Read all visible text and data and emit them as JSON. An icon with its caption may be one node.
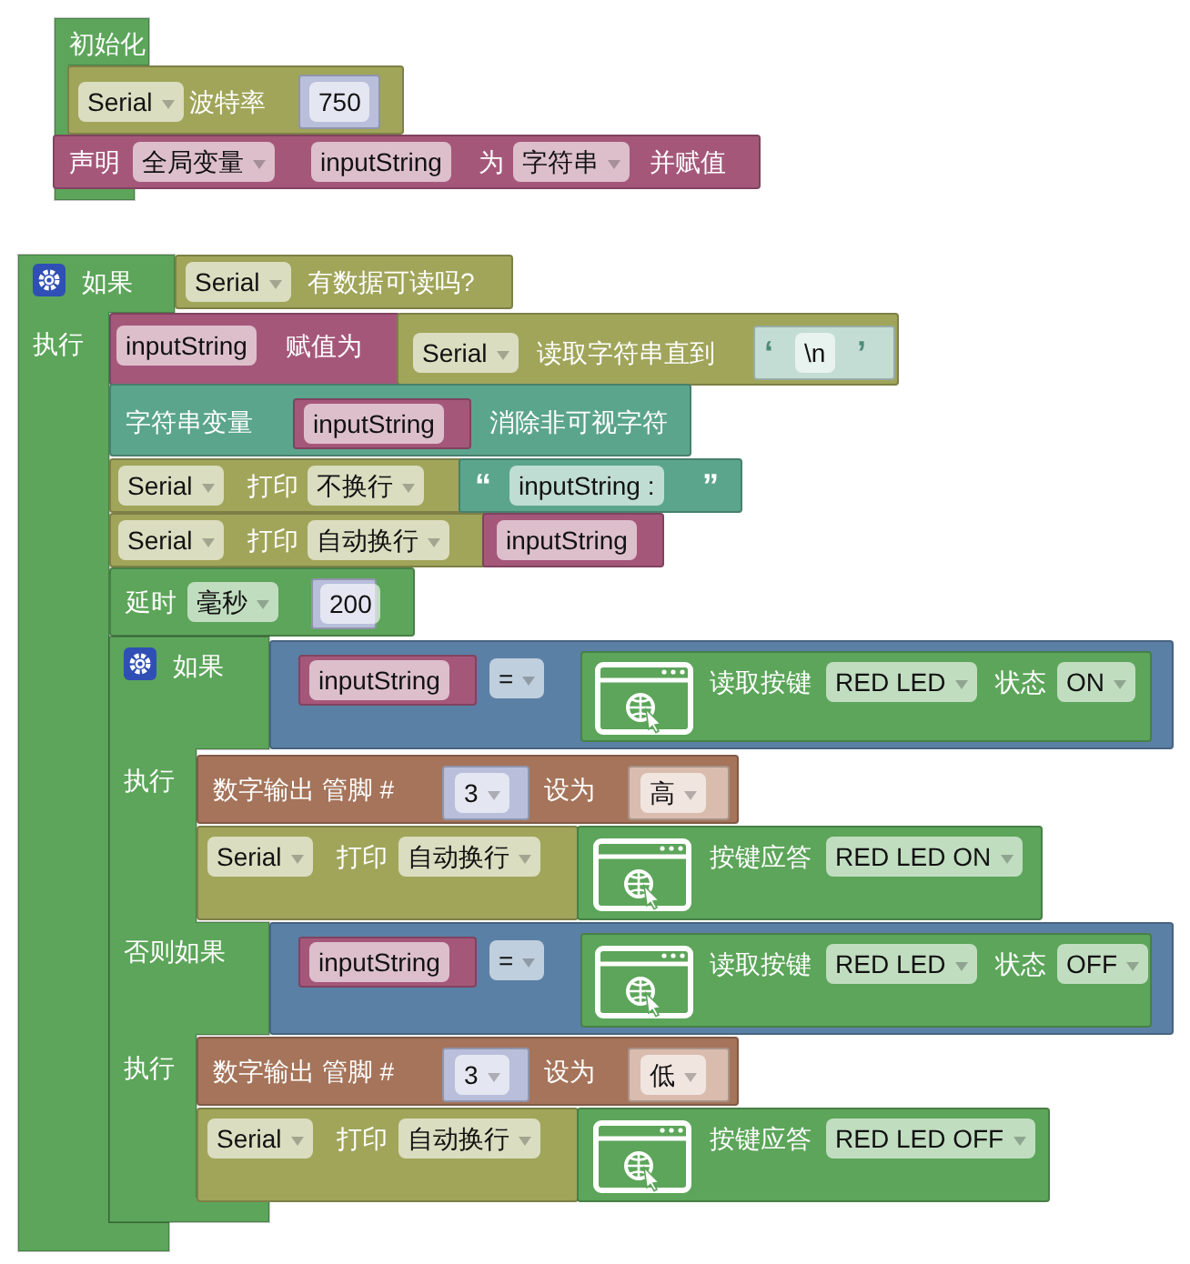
{
  "diagram": {
    "nodes": [
      {
        "text": [
          "初始化"
        ]
      },
      {
        "text": [
          "Serial",
          "波特率"
        ]
      },
      {
        "text": [
          "750"
        ],
        "in": 1
      },
      {
        "text": [
          "声明",
          "全局变量",
          "inputString",
          "为",
          "字符串",
          "并赋值"
        ]
      },
      {
        "text": [
          "如果",
          "执行"
        ]
      },
      {
        "text": [
          "Serial",
          "有数据可读吗?"
        ]
      },
      {
        "text": [
          "inputString",
          "赋值为"
        ]
      },
      {
        "text": [
          "Serial",
          "读取字符串直到"
        ]
      },
      {
        "text": [
          "‘",
          "\\n",
          "’"
        ],
        "in": 7
      },
      {
        "text": [
          "字符串变量",
          "消除非可视字符"
        ]
      },
      {
        "text": [
          "inputString"
        ],
        "in": 9
      },
      {
        "text": [
          "Serial",
          "打印",
          "不换行"
        ]
      },
      {
        "text": [
          "“",
          "inputString :",
          "”"
        ]
      },
      {
        "text": [
          "Serial",
          "打印",
          "自动换行"
        ]
      },
      {
        "text": [
          "inputString"
        ]
      },
      {
        "text": [
          "延时",
          "毫秒"
        ]
      },
      {
        "text": [
          "200"
        ],
        "in": 15
      },
      {
        "text": [
          "如果",
          "执行",
          "否则如果",
          "执行"
        ]
      },
      {
        "text": [
          "="
        ]
      },
      {
        "text": [
          "inputString"
        ],
        "in": 18
      },
      {
        "text": [
          "读取按键",
          "RED LED",
          "状态",
          "ON"
        ],
        "in": 18
      },
      {
        "text": [
          "数字输出 管脚 #",
          "设为"
        ]
      },
      {
        "text": [
          "3"
        ],
        "in": 21
      },
      {
        "text": [
          "高"
        ],
        "in": 21
      },
      {
        "text": [
          "Serial",
          "打印",
          "自动换行"
        ]
      },
      {
        "text": [
          "按键应答",
          "RED LED ON"
        ]
      },
      {
        "text": [
          "="
        ]
      },
      {
        "text": [
          "inputString"
        ],
        "in": 26
      },
      {
        "text": [
          "读取按键",
          "RED LED",
          "状态",
          "OFF"
        ],
        "in": 26
      },
      {
        "text": [
          "数字输出 管脚 #",
          "设为"
        ]
      },
      {
        "text": [
          "3"
        ],
        "in": 29
      },
      {
        "text": [
          "低"
        ],
        "in": 29
      },
      {
        "text": [
          "Serial",
          "打印",
          "自动换行"
        ]
      },
      {
        "text": [
          "按键应答",
          "RED LED OFF"
        ]
      }
    ]
  }
}
